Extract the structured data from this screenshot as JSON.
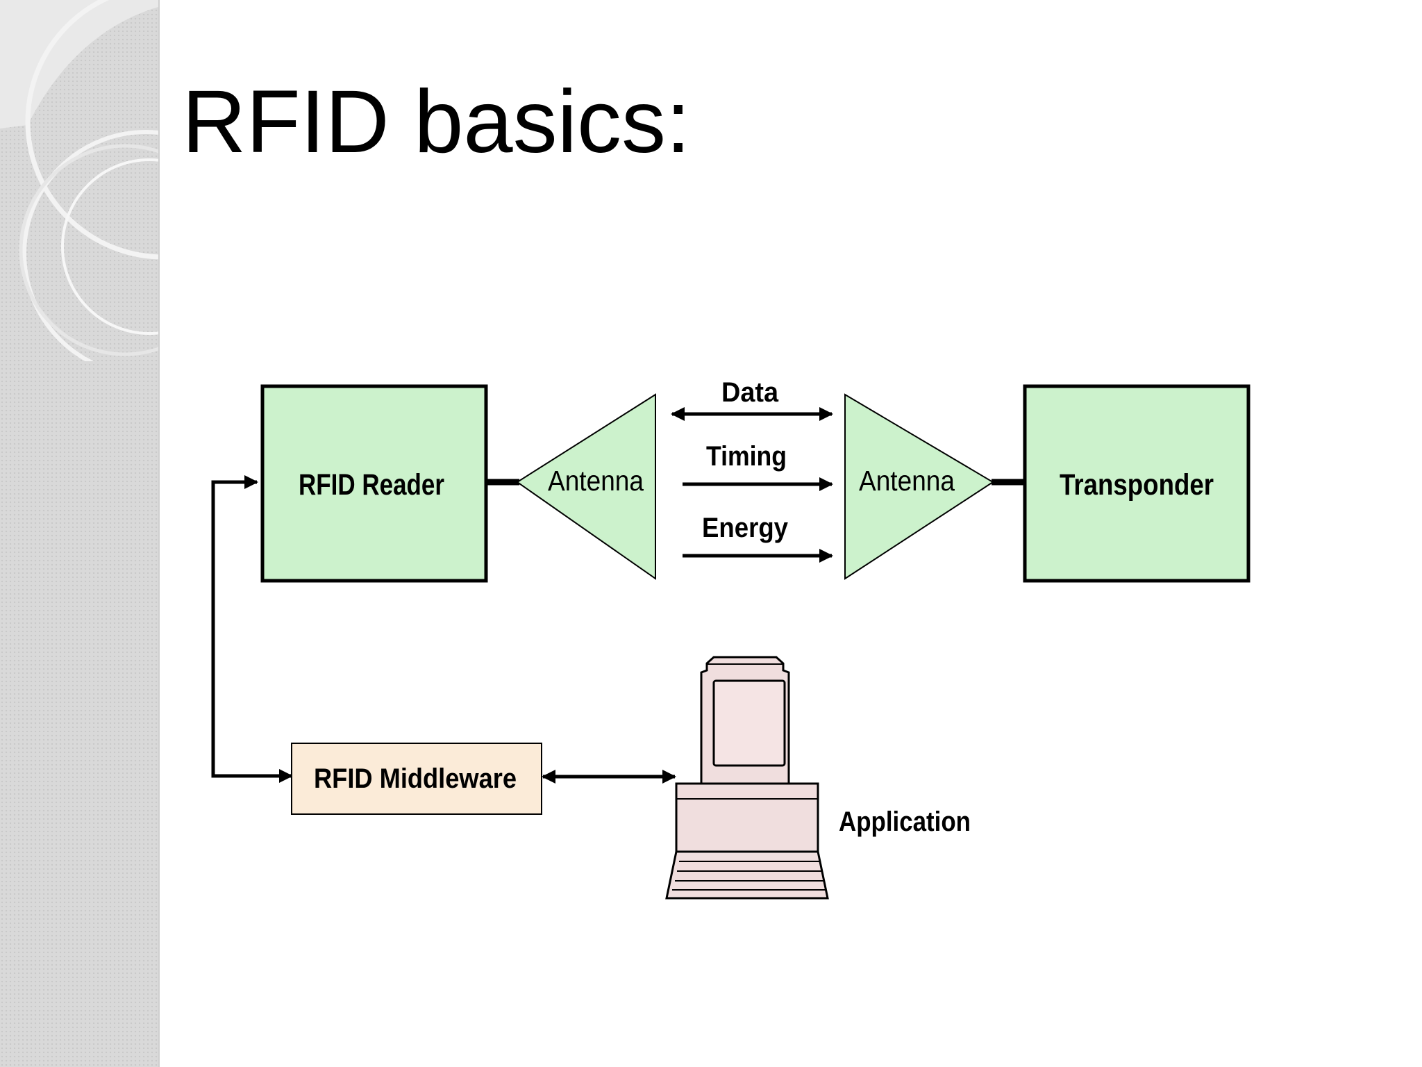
{
  "slide": {
    "title": "RFID basics:"
  },
  "diagram": {
    "reader_label": "RFID Reader",
    "reader_antenna_label": "Antenna",
    "tag_antenna_label": "Antenna",
    "transponder_label": "Transponder",
    "signal_data_label": "Data",
    "signal_timing_label": "Timing",
    "signal_energy_label": "Energy",
    "middleware_label": "RFID Middleware",
    "application_label": "Application"
  },
  "colors": {
    "component_fill": "#ccf2cc",
    "middleware_fill": "#fbebd8",
    "computer_fill": "#f0dede",
    "line": "#000000"
  }
}
